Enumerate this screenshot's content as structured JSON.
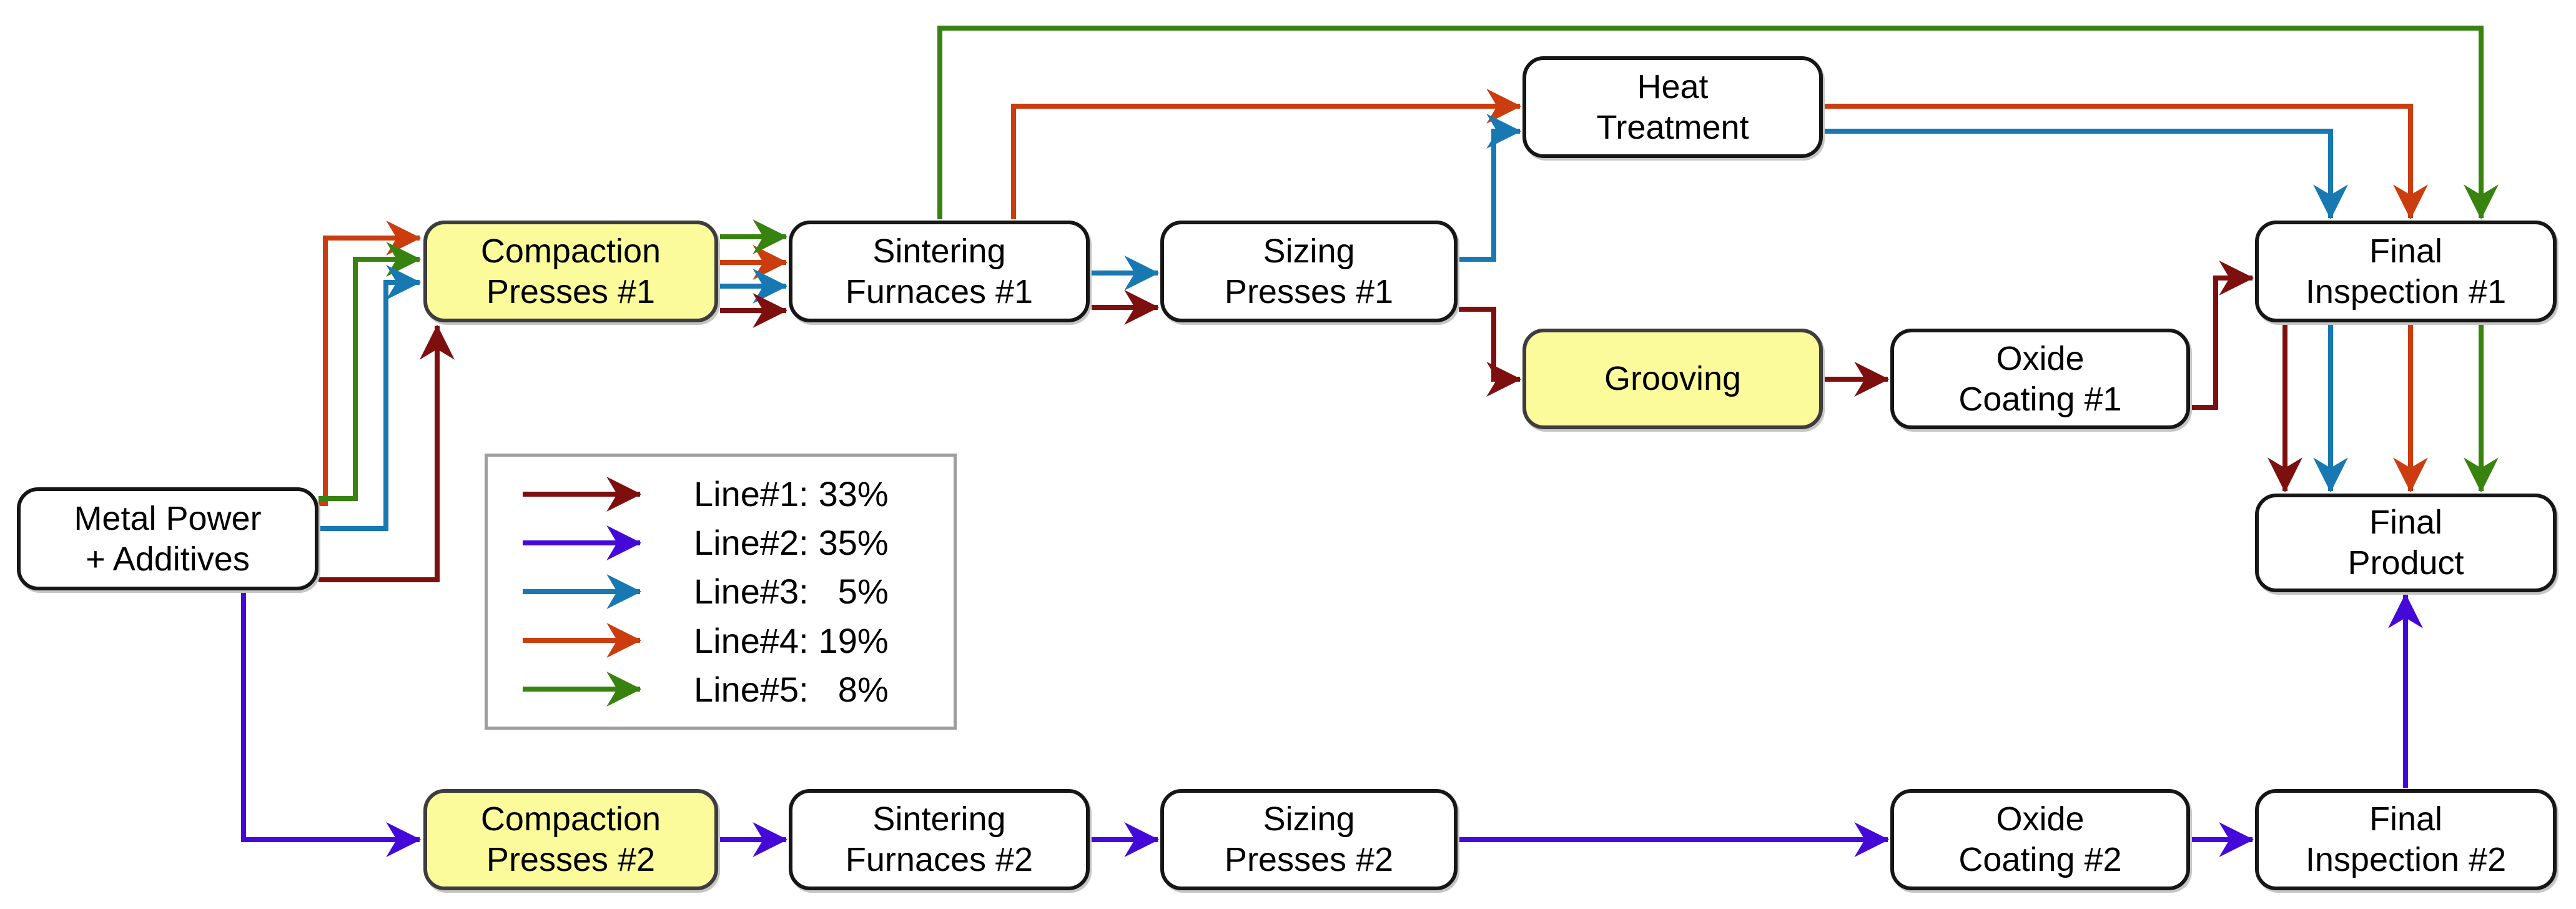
{
  "page": {
    "background": "#ffffff",
    "kind": "process-flow-diagram"
  },
  "colors": {
    "line1_maroon": "#7E0F0F",
    "line2_purple": "#4409D8",
    "line3_blue": "#1878B2",
    "line4_orange": "#CB3D0E",
    "line5_green": "#38830F",
    "highlight_yellow": "#FBFB9B",
    "box_border": "#161616",
    "legend_border": "#9E9E9E"
  },
  "nodes": {
    "metal_power": {
      "line1": "Metal Power",
      "line2": "+ Additives"
    },
    "compaction_presses_1": {
      "line1": "Compaction",
      "line2": "Presses #1"
    },
    "sintering_furnaces_1": {
      "line1": "Sintering",
      "line2": "Furnaces #1"
    },
    "sizing_presses_1": {
      "line1": "Sizing",
      "line2": "Presses #1"
    },
    "heat_treatment": {
      "line1": "Heat",
      "line2": "Treatment"
    },
    "grooving": {
      "line1": "Grooving",
      "line2": ""
    },
    "oxide_coating_1": {
      "line1": "Oxide",
      "line2": "Coating #1"
    },
    "final_inspection_1": {
      "line1": "Final",
      "line2": "Inspection #1"
    },
    "final_product": {
      "line1": "Final",
      "line2": "Product"
    },
    "compaction_presses_2": {
      "line1": "Compaction",
      "line2": "Presses #2"
    },
    "sintering_furnaces_2": {
      "line1": "Sintering",
      "line2": "Furnaces #2"
    },
    "sizing_presses_2": {
      "line1": "Sizing",
      "line2": "Presses #2"
    },
    "oxide_coating_2": {
      "line1": "Oxide",
      "line2": "Coating #2"
    },
    "final_inspection_2": {
      "line1": "Final",
      "line2": "Inspection #2"
    }
  },
  "legend": {
    "items": [
      {
        "label": "Line#1:",
        "value": "33%",
        "color": "#7E0F0F"
      },
      {
        "label": "Line#2:",
        "value": "35%",
        "color": "#4409D8"
      },
      {
        "label": "Line#3:",
        "value": "5%",
        "color": "#1878B2"
      },
      {
        "label": "Line#4:",
        "value": "19%",
        "color": "#CB3D0E"
      },
      {
        "label": "Line#5:",
        "value": "8%",
        "color": "#38830F"
      }
    ]
  },
  "flows": [
    {
      "line": "Line#1",
      "share": "33%",
      "color": "#7E0F0F",
      "path": [
        "Metal Power + Additives",
        "Compaction Presses #1",
        "Sintering Furnaces #1",
        "Sizing Presses #1",
        "Grooving",
        "Oxide Coating #1",
        "Final Inspection #1",
        "Final Product"
      ]
    },
    {
      "line": "Line#2",
      "share": "35%",
      "color": "#4409D8",
      "path": [
        "Metal Power + Additives",
        "Compaction Presses #2",
        "Sintering Furnaces #2",
        "Sizing Presses #2",
        "Oxide Coating #2",
        "Final Inspection #2",
        "Final Product"
      ]
    },
    {
      "line": "Line#3",
      "share": "5%",
      "color": "#1878B2",
      "path": [
        "Metal Power + Additives",
        "Compaction Presses #1",
        "Sintering Furnaces #1",
        "Sizing Presses #1",
        "Heat Treatment",
        "Final Inspection #1",
        "Final Product"
      ]
    },
    {
      "line": "Line#4",
      "share": "19%",
      "color": "#CB3D0E",
      "path": [
        "Metal Power + Additives",
        "Compaction Presses #1",
        "Sintering Furnaces #1",
        "Heat Treatment",
        "Final Inspection #1",
        "Final Product"
      ]
    },
    {
      "line": "Line#5",
      "share": "8%",
      "color": "#38830F",
      "path": [
        "Metal Power + Additives",
        "Compaction Presses #1",
        "Sintering Furnaces #1",
        "Final Inspection #1",
        "Final Product"
      ]
    }
  ]
}
